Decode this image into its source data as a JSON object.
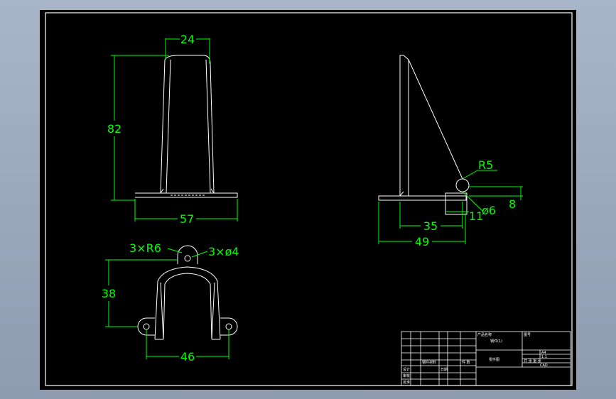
{
  "colors": {
    "background": "#000000",
    "frame": "#ffffff",
    "dimension": "#00ff00",
    "outline": "#ffffff",
    "window": "#9aa7bb"
  },
  "dimensions": {
    "front_width": "24",
    "front_height": "82",
    "front_base": "57",
    "side_radius": "R5",
    "side_hole": "ø6",
    "side_offset": "11",
    "side_gap": "8",
    "side_inner": "35",
    "side_overall": "49",
    "top_radius": "3×R6",
    "top_holes": "3×ø4",
    "top_height": "38",
    "top_spacing": "46"
  },
  "title_block": {
    "part_label": "产品名称",
    "part_name": "钢件(1)",
    "drawing_no_label": "图号",
    "drawing_type": "零件图",
    "sheet_size": "A4",
    "scale": "1:1",
    "sheet_info": "共 张 第 张",
    "sign_label": "设计",
    "check_label": "审核",
    "approve_label": "批准",
    "material": "钢件材料",
    "date_label": "日期",
    "qty_label": "件 数",
    "note": "CAD"
  }
}
